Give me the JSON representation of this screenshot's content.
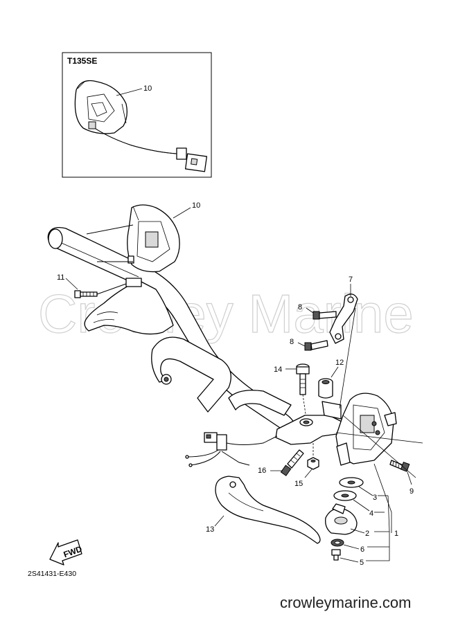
{
  "inset": {
    "model": "T135SE",
    "part_label": "10"
  },
  "callouts": [
    "10",
    "11",
    "7",
    "8",
    "8",
    "14",
    "12",
    "16",
    "15",
    "13",
    "9",
    "3",
    "4",
    "2",
    "1",
    "6",
    "5"
  ],
  "watermark": "Crowley Marine",
  "fwd_label": "FWD",
  "diagram_code": "2S41431-E430",
  "site_text": "crowleymarine.com"
}
